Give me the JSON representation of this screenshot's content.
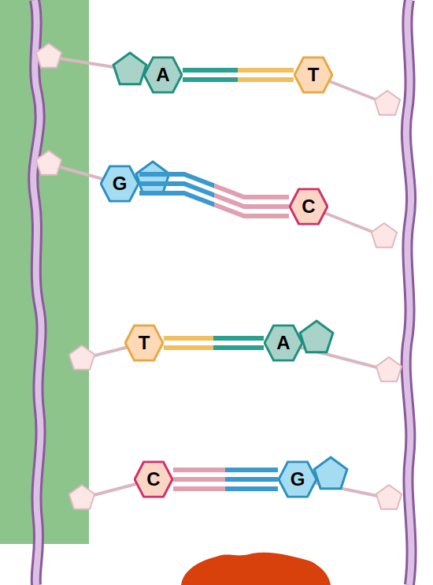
{
  "diagram": {
    "nodes": [
      {
        "text": [
          "A"
        ]
      },
      {
        "text": [
          "T"
        ]
      },
      {
        "text": [
          "G"
        ]
      },
      {
        "text": [
          "C"
        ]
      },
      {
        "text": [
          "T"
        ]
      },
      {
        "text": [
          "A"
        ]
      },
      {
        "text": [
          "C"
        ]
      },
      {
        "text": [
          "G"
        ]
      }
    ],
    "edges": [
      {
        "from": 0,
        "to": 1,
        "arrow": "none"
      },
      {
        "from": 0,
        "to": 1,
        "arrow": "none"
      },
      {
        "from": 2,
        "to": 3,
        "arrow": "none"
      },
      {
        "from": 2,
        "to": 3,
        "arrow": "none"
      },
      {
        "from": 2,
        "to": 3,
        "arrow": "none"
      },
      {
        "from": 4,
        "to": 5,
        "arrow": "none"
      },
      {
        "from": 4,
        "to": 5,
        "arrow": "none"
      },
      {
        "from": 6,
        "to": 7,
        "arrow": "none"
      },
      {
        "from": 6,
        "to": 7,
        "arrow": "none"
      },
      {
        "from": 6,
        "to": 7,
        "arrow": "none"
      }
    ]
  }
}
